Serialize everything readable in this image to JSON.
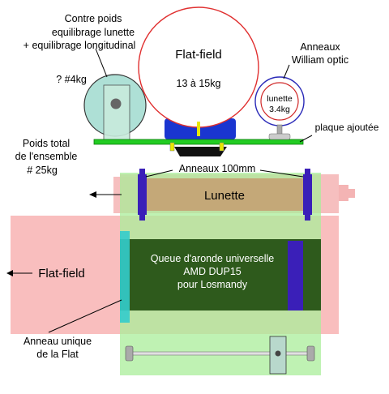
{
  "labels": {
    "counterweight_line1": "Contre poids",
    "counterweight_line2": "equilibrage lunette",
    "counterweight_line3": "+ equilibrage longitudinal",
    "counterweight_weight": "? #4kg",
    "flatfield_title": "Flat-field",
    "flatfield_weight": "13 à 15kg",
    "rings_title_line1": "Anneaux",
    "rings_title_line2": "William optic",
    "lunette_circle_label": "lunette",
    "lunette_circle_weight": "3.4kg",
    "plate_added": "plaque ajoutée",
    "total_line1": "Poids total",
    "total_line2": "de l'ensemble",
    "total_line3": "# 25kg",
    "rings_100mm": "Anneaux 100mm",
    "lunette_tube": "Lunette",
    "dovetail_line1": "Queue d'aronde universelle",
    "dovetail_line2": "AMD DUP15",
    "dovetail_line3": "pour Losmandy",
    "flatfield_side": "Flat-field",
    "single_ring_line1": "Anneau unique",
    "single_ring_line2": "de la Flat"
  },
  "colors": {
    "green_plate": "#22cc22",
    "pink_flat": "#f7a8a8",
    "tan_lunette": "#c4a878",
    "purple_ring": "#3a1fb8",
    "dark_green": "#2e5a1c",
    "light_green": "#aaee99",
    "blue_mount": "#1a35d0",
    "cyan": "#33cccc"
  }
}
